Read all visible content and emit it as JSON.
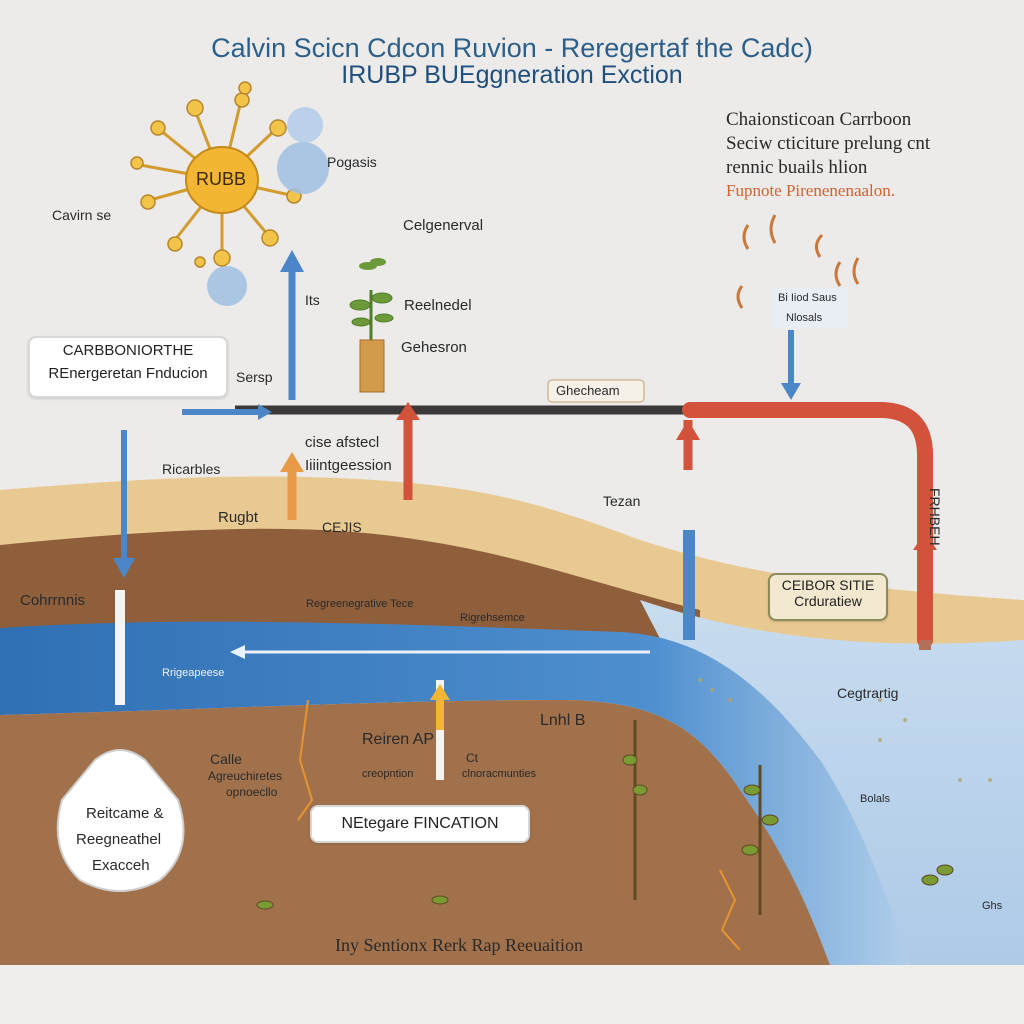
{
  "colors": {
    "background": "#ecebea",
    "sand": "#e9c992",
    "soil": "#9a6a45",
    "water": "#3f7fc0",
    "pipe_dark": "#3a3838",
    "pipe_red": "#d3523b",
    "arrow_blue": "#4a86c8",
    "sun_yellow": "#f2b632",
    "title_blue": "#2c5f8a",
    "accent_orange": "#d4622f"
  },
  "title": {
    "line1": "Calvin Scicn Cdcon Ruvion - Reregertaf the Cadc)",
    "line2": "IRUBP BUEggneration Exction"
  },
  "sun": {
    "label": "RUBB"
  },
  "top_right_note": {
    "line1": "Chaionsticoan Carrboon",
    "line2": "Seciw cticiture prelung cnt",
    "line3": "rennic buails hlion",
    "line4": "Fupnote Pirenenenaalon."
  },
  "callouts": {
    "carbon_box_line1": "CARBBONIORTHE",
    "carbon_box_line2": "REnergeretan Fnducion",
    "nitrogen_box": "NEtegare FINCATION",
    "carbon_sink_line1": "CEIBOR SITIE",
    "carbon_sink_line2": "Crduratiew",
    "regen_line1": "Reitcame &",
    "regen_line2": "Reegneathel",
    "regen_line3": "Exacceh"
  },
  "labels": {
    "calvin_side": "Cavirn se",
    "pogasis": "Pogasis",
    "celgenerval": "Celgenerval",
    "its": "Its",
    "reelnedel": "Reelnedel",
    "gehesron": "Gehesron",
    "sersp": "Sersp",
    "ghecheam": "Ghecheam",
    "bi_soslo": "Bi Iiod Saus",
    "nlosal": "Nlosals",
    "ricarbles": "Ricarbles",
    "cise_afstecl": "cise afstecl",
    "hintgeession": "Iiiintgeession",
    "rugbt": "Rugbt",
    "cejis": "CEJIS",
    "tezan": "Tezan",
    "frhbeh": "FRHBEH",
    "cohrrnnis": "Cohrrnnis",
    "regenerative_tec": "Regreenegrative Tece",
    "rigrehsemce": "Rigrehsemce",
    "rrigeapeese": "Rrigeapeese",
    "cegtrartig": "Cegtrartig",
    "lnhl_b": "Lnhl B",
    "reiren_ap": "Reiren AP",
    "calle": "Calle",
    "agreuchiretes": "Agreuchiretes",
    "opnoecllo": "opnoecllo",
    "ct": "Ct",
    "ct_sub": "clnoracmunties",
    "ct_sub2": "creopntion",
    "bolals": "Bolals",
    "ghs": "Ghs",
    "bottom_caption": "Iny Sentionx Rerk Rap Reeuaition"
  }
}
